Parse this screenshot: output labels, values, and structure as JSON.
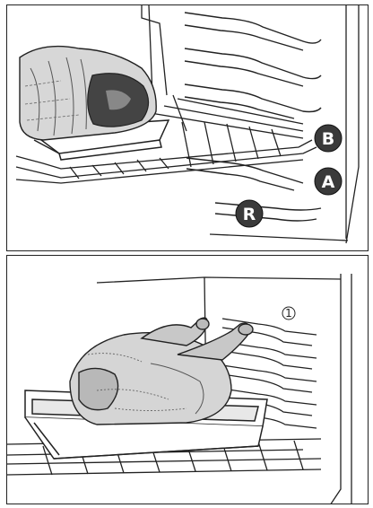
{
  "figure": {
    "panels": [
      {
        "id": "roast-on-rack",
        "shelf_badges": [
          "B",
          "A",
          "R"
        ]
      },
      {
        "id": "turkey-in-pan",
        "shelf_marker": "1"
      }
    ]
  },
  "colors": {
    "line": "#222222",
    "badge_fill": "#3a3a3a",
    "meat_dark": "#444444"
  }
}
